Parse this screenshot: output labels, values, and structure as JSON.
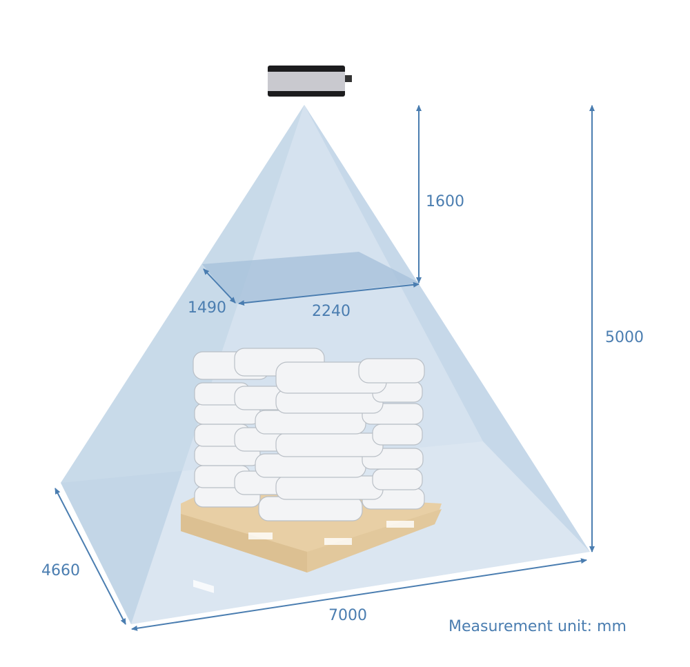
{
  "dimensions": {
    "near_height": "1600",
    "near_depth": "1490",
    "near_width": "2240",
    "total_height": "5000",
    "far_depth": "4660",
    "far_width": "7000"
  },
  "unit_note": "Measurement unit: mm",
  "colors": {
    "accent": "#4a7db0",
    "fov": "#a9c4dc",
    "pallet": "#e8cfa5"
  }
}
